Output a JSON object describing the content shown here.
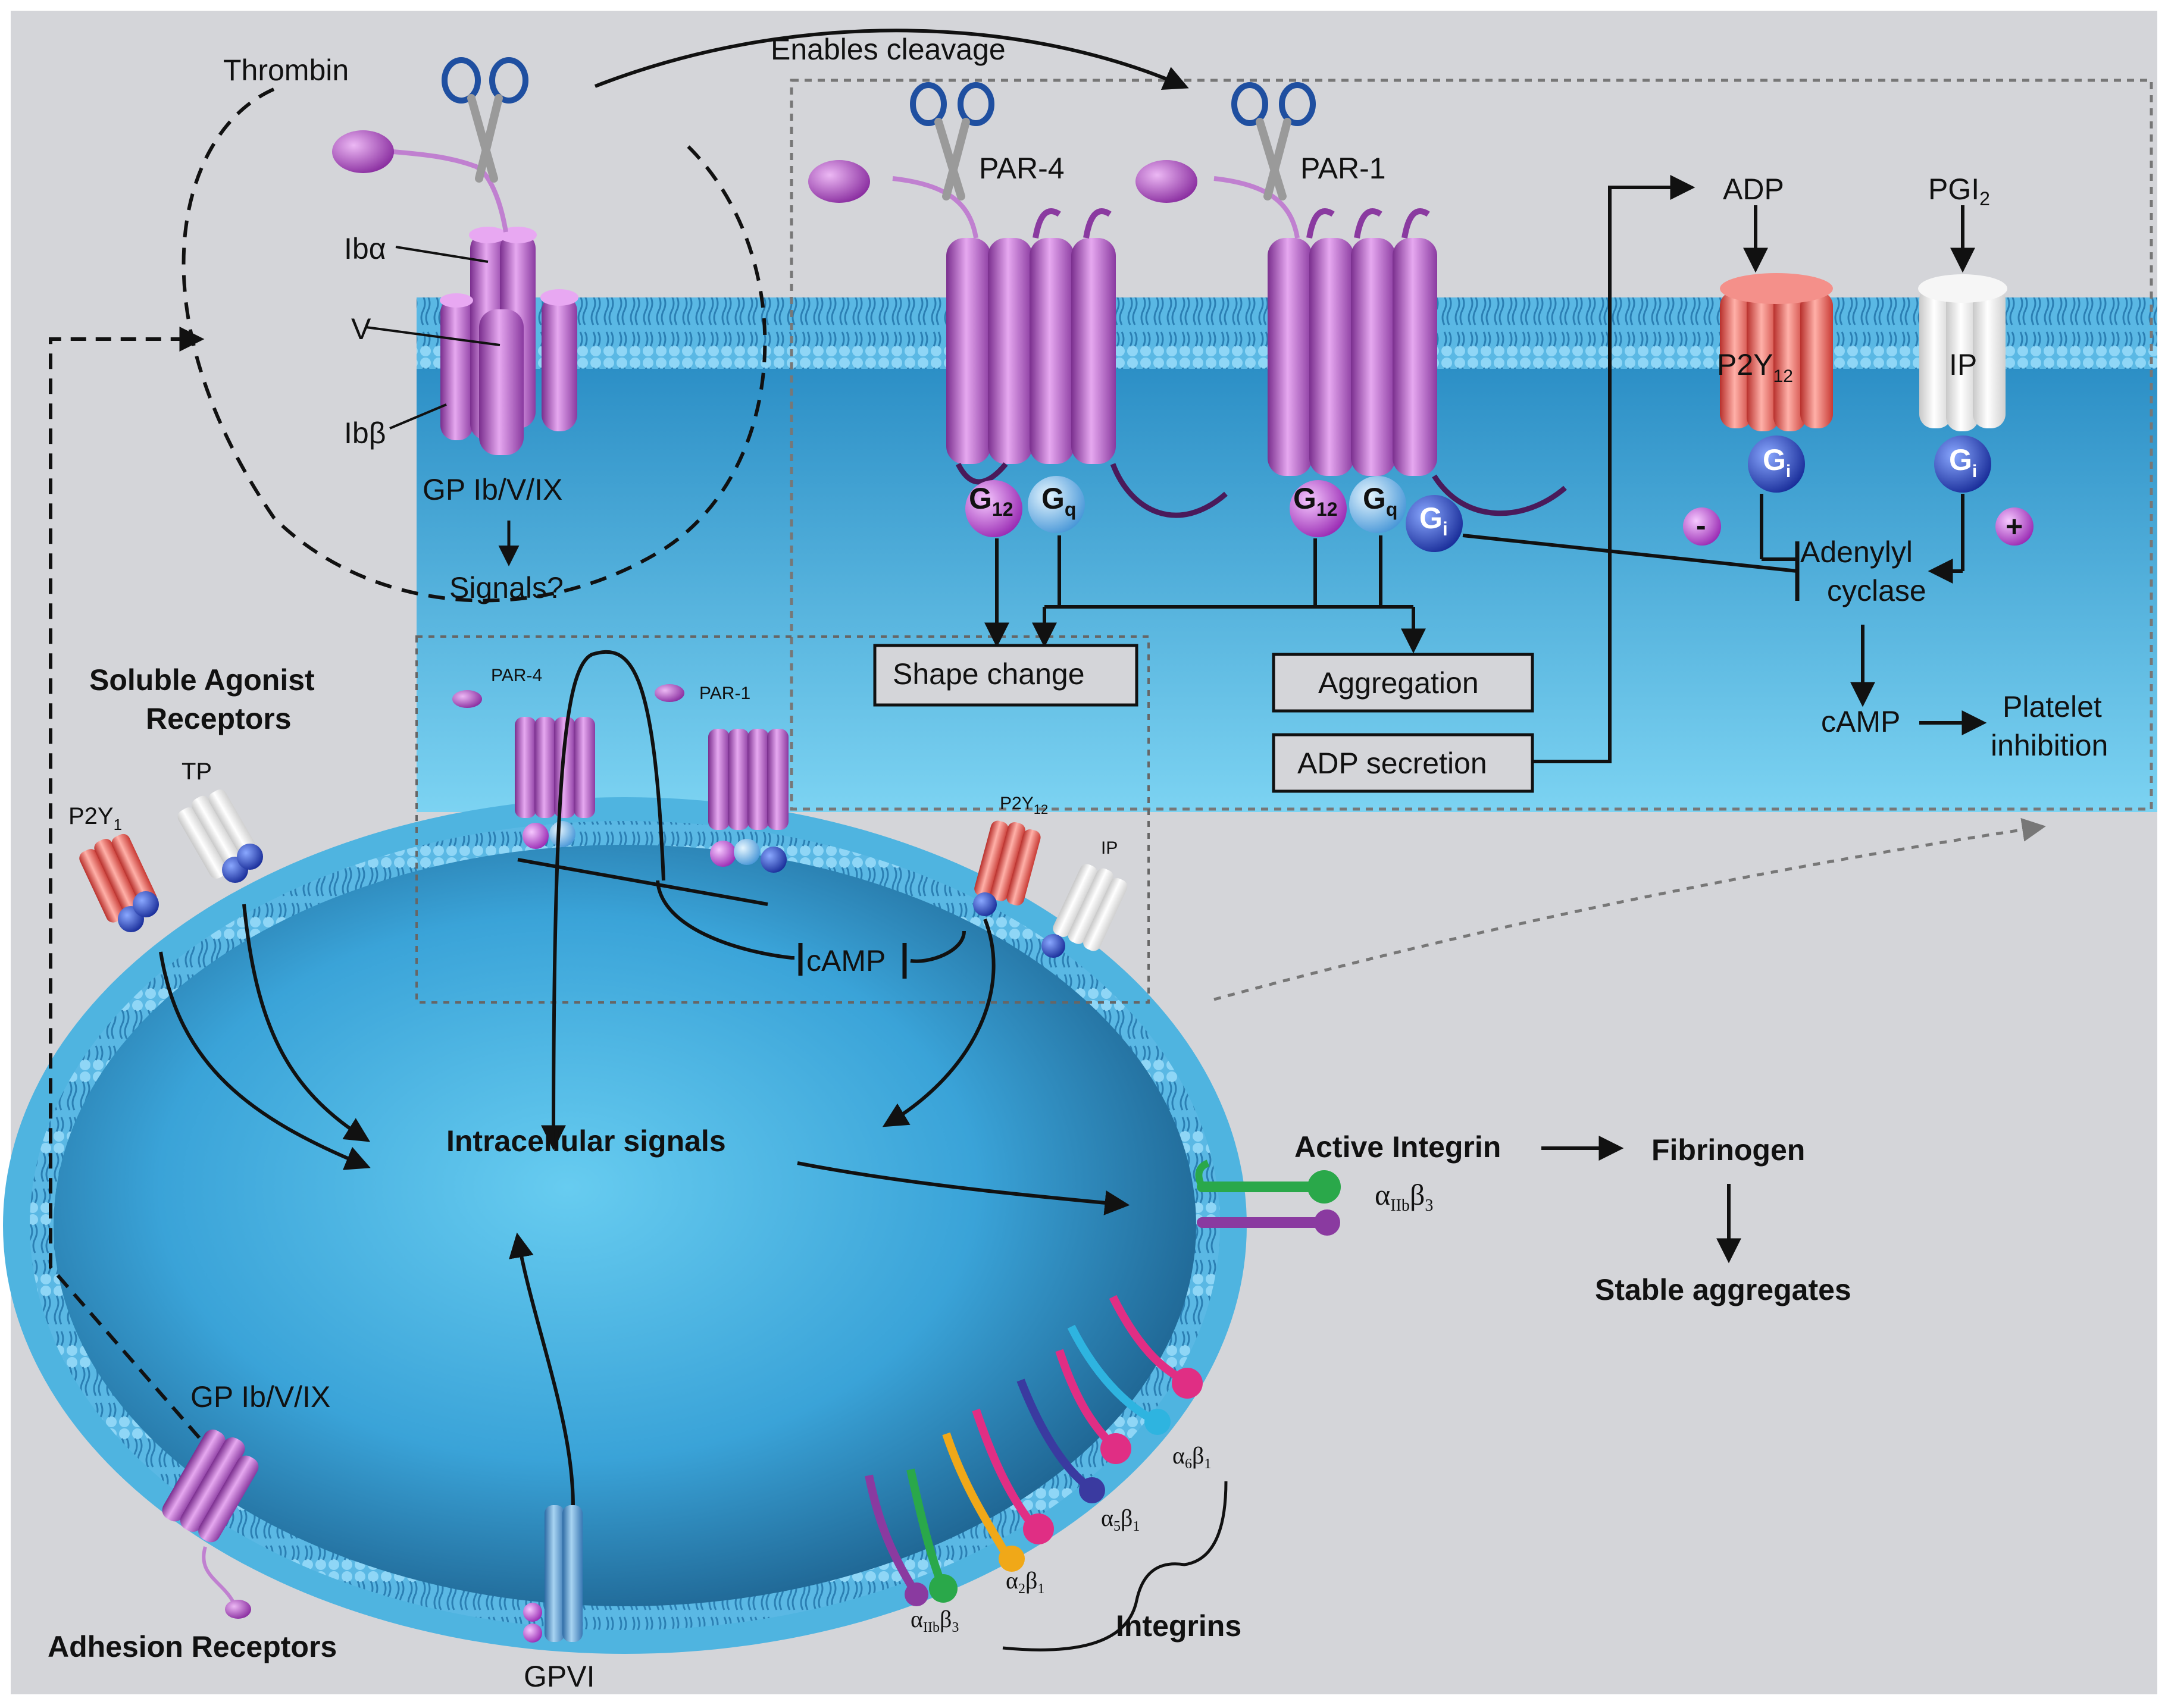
{
  "colors": {
    "panel": "#d4d5d9",
    "cell_fill_inner": "#5fc5ea",
    "cell_fill_outer": "#1d5f88",
    "membrane": "#4fb4e0",
    "receptor_purple": "#b45ac6",
    "receptor_red": "#e2504a",
    "receptor_white": "#ffffff",
    "gprotein_pink": "#c45ad8",
    "gprotein_lightblue": "#8fc8ee",
    "gprotein_blue": "#2a55c7",
    "gpvi_blue": "#5d9ad0",
    "integrin_green": "#2aa84a",
    "integrin_pink": "#e02e84",
    "integrin_yellow": "#f0a818",
    "integrin_navy": "#3a3aa0",
    "integrin_cyan": "#2eb4e0"
  },
  "icons": [
    "scissors-icon",
    "thrombin-icon",
    "receptor-cylinder-icon",
    "g-protein-sphere-icon",
    "integrin-icon"
  ],
  "top": {
    "thrombin": "Thrombin",
    "enables_cleavage": "Enables cleavage",
    "ib_alpha": "Ibα",
    "v": "V",
    "ib_beta": "Ibβ",
    "gp_complex": "GP Ib/V/IX",
    "signals": "Signals?",
    "par4": "PAR-4",
    "par1": "PAR-1",
    "g12": "G",
    "g12_sub": "12",
    "gq": "G",
    "gq_sub": "q",
    "gi": "G",
    "gi_sub": "i",
    "adp": "ADP",
    "pgi2": "PGI",
    "pgi2_sub": "2",
    "p2y12": "P2Y",
    "p2y12_sub": "12",
    "ip": "IP",
    "minus": "-",
    "plus": "+",
    "adenylyl": "Adenylyl",
    "cyclase": "cyclase",
    "camp": "cAMP",
    "platelet": "Platelet",
    "inhibition": "inhibition",
    "shape_change": "Shape change",
    "aggregation": "Aggregation",
    "adp_secretion": "ADP secretion"
  },
  "cell": {
    "soluble_title_1": "Soluble Agonist",
    "soluble_title_2": "Receptors",
    "p2y1": "P2Y",
    "p2y1_sub": "1",
    "tp": "TP",
    "par4_small": "PAR-4",
    "par1_small": "PAR-1",
    "p2y12_small": "P2Y",
    "p2y12_small_sub": "12",
    "ip_small": "IP",
    "camp_small": "cAMP",
    "intracellular": "Intracellular signals",
    "active_integrin": "Active Integrin",
    "aiib_b3": "α",
    "aiib_b3_sub1": "IIb",
    "aiib_b3_b": "β",
    "aiib_b3_sub2": "3",
    "fibrinogen": "Fibrinogen",
    "stable": "Stable aggregates",
    "gp_complex": "GP Ib/V/IX",
    "adhesion": "Adhesion Receptors",
    "gpvi": "GPVI",
    "integrins": "Integrins",
    "a6b1": "α",
    "a6b1_s1": "6",
    "a6b1_b": "β",
    "a6b1_s2": "1",
    "a5b1": "α",
    "a5b1_s1": "5",
    "a5b1_b": "β",
    "a5b1_s2": "1",
    "a2b1": "α",
    "a2b1_s1": "2",
    "a2b1_b": "β",
    "a2b1_s2": "1",
    "aiibb3_small": "α",
    "aiibb3_small_s1": "IIb",
    "aiibb3_small_b": "β",
    "aiibb3_small_s2": "3"
  }
}
